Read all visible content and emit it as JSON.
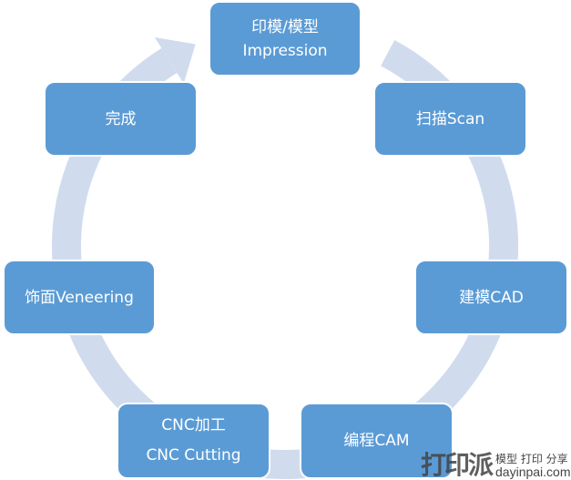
{
  "diagram": {
    "type": "cycle",
    "colors": {
      "node_fill": "#5b9bd5",
      "node_text": "#ffffff",
      "ring": "#d0dcee"
    },
    "nodes": [
      {
        "line1": "印模/模型",
        "line2": "Impression"
      },
      {
        "line1": "扫描Scan"
      },
      {
        "line1": "建模CAD"
      },
      {
        "line1": "编程CAM"
      },
      {
        "line1": "CNC加工",
        "line2": "CNC Cutting"
      },
      {
        "line1": "饰面Veneering"
      },
      {
        "line1": "完成"
      }
    ],
    "direction": "clockwise"
  },
  "watermark": {
    "logo": "打印派",
    "tagline": "模型 打印 分享",
    "site": "dayinpai.com"
  }
}
